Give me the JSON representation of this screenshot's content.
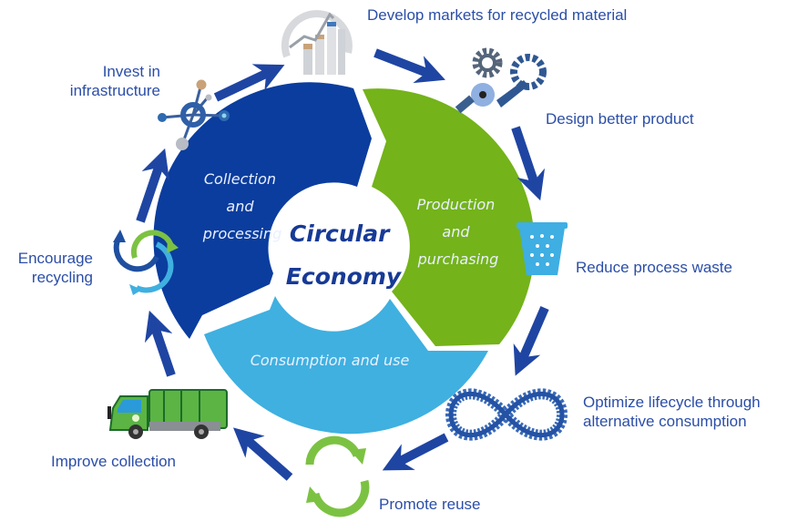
{
  "diagram": {
    "center_title": [
      "Circular",
      "Economy"
    ],
    "segments": [
      {
        "name": "collection",
        "label": [
          "Collection",
          "and",
          "processing"
        ],
        "color": "#0b3d9e"
      },
      {
        "name": "production",
        "label": [
          "Production",
          "and",
          "purchasing"
        ],
        "color": "#74b31a"
      },
      {
        "name": "consumption",
        "label": [
          "Consumption and use"
        ],
        "color": "#3fb0e0"
      }
    ],
    "arrow_color": "#1f45a3",
    "text_color": "#2b4ea8",
    "steps": [
      {
        "label": "Develop markets for recycled material",
        "icon": "bar-chart-growth-icon"
      },
      {
        "label": "Design better product",
        "icon": "gears-icon"
      },
      {
        "label": "Reduce process waste",
        "icon": "wastebasket-icon"
      },
      {
        "label": "Optimize lifecycle through alternative consumption",
        "lines": [
          "Optimize lifecycle through",
          "alternative consumption"
        ],
        "icon": "infinity-icon"
      },
      {
        "label": "Promote reuse",
        "icon": "reuse-cycle-icon"
      },
      {
        "label": "Improve collection",
        "icon": "garbage-truck-icon"
      },
      {
        "label": "Encourage recycling",
        "lines": [
          "Encourage",
          "recycling"
        ],
        "icon": "recycle-arrows-icon"
      },
      {
        "label": "Invest in infrastructure",
        "lines": [
          "Invest in",
          "infrastructure"
        ],
        "icon": "network-hub-icon"
      }
    ]
  }
}
